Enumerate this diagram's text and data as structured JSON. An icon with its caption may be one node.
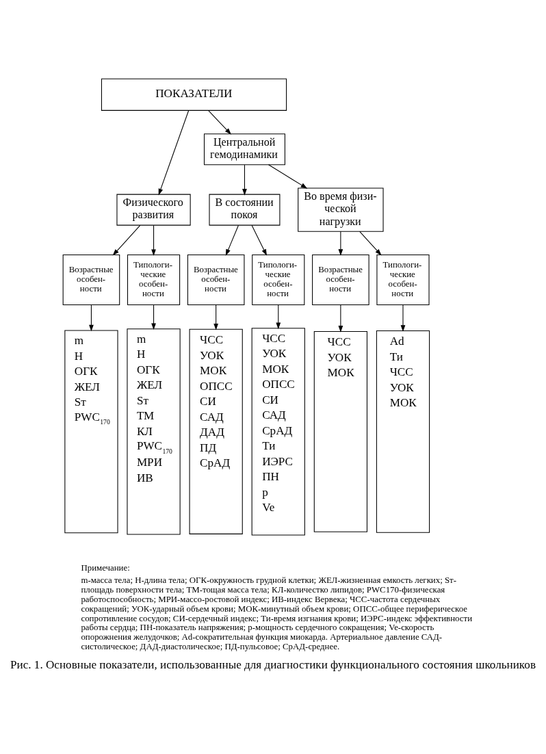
{
  "diagram": {
    "caption": "Рис. 1. Основные показатели, использованные для диагностики функционального состояния школьников",
    "nodes": [
      {
        "text": [
          "ПОКАЗАТЕЛИ"
        ]
      },
      {
        "text": [
          "Физического развития"
        ]
      },
      {
        "text": [
          "Центральной гемодинамики"
        ]
      },
      {
        "text": [
          "В состоянии покоя"
        ]
      },
      {
        "text": [
          "Во время физи- ческой нагрузки"
        ]
      },
      {
        "text": [
          "Возрастные особен- ности"
        ]
      },
      {
        "text": [
          "Типологи- ческие особен- ности"
        ]
      },
      {
        "text": [
          "Возрастные особен- ности"
        ]
      },
      {
        "text": [
          "Типологи- ческие особен- ности"
        ]
      },
      {
        "text": [
          "Возрастные особен- ности"
        ]
      },
      {
        "text": [
          "Типологи- ческие особен- ности"
        ]
      },
      {
        "text": [
          "m",
          "H",
          "ОГК",
          "ЖЕЛ",
          "Sт",
          "PWC$_{170}$"
        ]
      },
      {
        "text": [
          "m",
          "H",
          "ОГК",
          "ЖЕЛ",
          "Sт",
          "ТМ",
          "КЛ",
          "PWC$_{170}$",
          "МРИ",
          "ИВ"
        ]
      },
      {
        "text": [
          "ЧСС",
          "УОК",
          "МОК",
          "ОПСС",
          "СИ",
          "САД",
          "ДАД",
          "ПД",
          "СрАД"
        ]
      },
      {
        "text": [
          "ЧСС",
          "УОК",
          "МОК",
          "ОПСС",
          "СИ",
          "САД",
          "СрАД",
          "Ти",
          "ИЭРС",
          "ПН",
          "р",
          "Ve"
        ]
      },
      {
        "text": [
          "ЧСС",
          "УОК",
          "МОК"
        ]
      },
      {
        "text": [
          "Ad",
          "Ти",
          "ЧСС",
          "УОК",
          "МОК"
        ]
      }
    ],
    "edges": [
      {
        "from": 0,
        "to": 1,
        "arrow": "to"
      },
      {
        "from": 0,
        "to": 2,
        "arrow": "to"
      },
      {
        "from": 1,
        "to": 5,
        "arrow": "to"
      },
      {
        "from": 1,
        "to": 6,
        "arrow": "to"
      },
      {
        "from": 2,
        "to": 3,
        "arrow": "to"
      },
      {
        "from": 2,
        "to": 4,
        "arrow": "to"
      },
      {
        "from": 3,
        "to": 7,
        "arrow": "to"
      },
      {
        "from": 3,
        "to": 8,
        "arrow": "to"
      },
      {
        "from": 4,
        "to": 9,
        "arrow": "to"
      },
      {
        "from": 4,
        "to": 10,
        "arrow": "to"
      },
      {
        "from": 5,
        "to": 11,
        "arrow": "to"
      },
      {
        "from": 6,
        "to": 12,
        "arrow": "to"
      },
      {
        "from": 7,
        "to": 13,
        "arrow": "to"
      },
      {
        "from": 8,
        "to": 14,
        "arrow": "to"
      },
      {
        "from": 9,
        "to": 15,
        "arrow": "to"
      },
      {
        "from": 10,
        "to": 16,
        "arrow": "to"
      }
    ],
    "labels": [
      "Примечание:",
      "m-масса тела; H-длина тела; ОГК-окружность грудной клетки; ЖЕЛ-жизненная емкость легких; Sт-площадь поверхности тела; ТМ-тощая масса тела; КЛ-количестко липидов; PWC170-физическая работоспособность; МРИ-массо-ростовой индекс; ИВ-индекс Вервека; ЧСС-частота сердечных сокращений; УОК-ударный объем крови; МОК-минутный объем крови; ОПСС-общее периферическое сопротивление сосудов; СИ-сердечный индекс; Ти-время изгнания крови; ИЭРС-индекс эффективности работы сердца; ПН-показатель напряжения; р-мощность сердечного сокращения; Ve-скорость опорожнения желудочков; Ad-сократительная функция миокарда. Артериальное давление САД-систолическое; ДАД-диастолическое; ПД-пульсовое; СрАД-среднее."
    ]
  }
}
